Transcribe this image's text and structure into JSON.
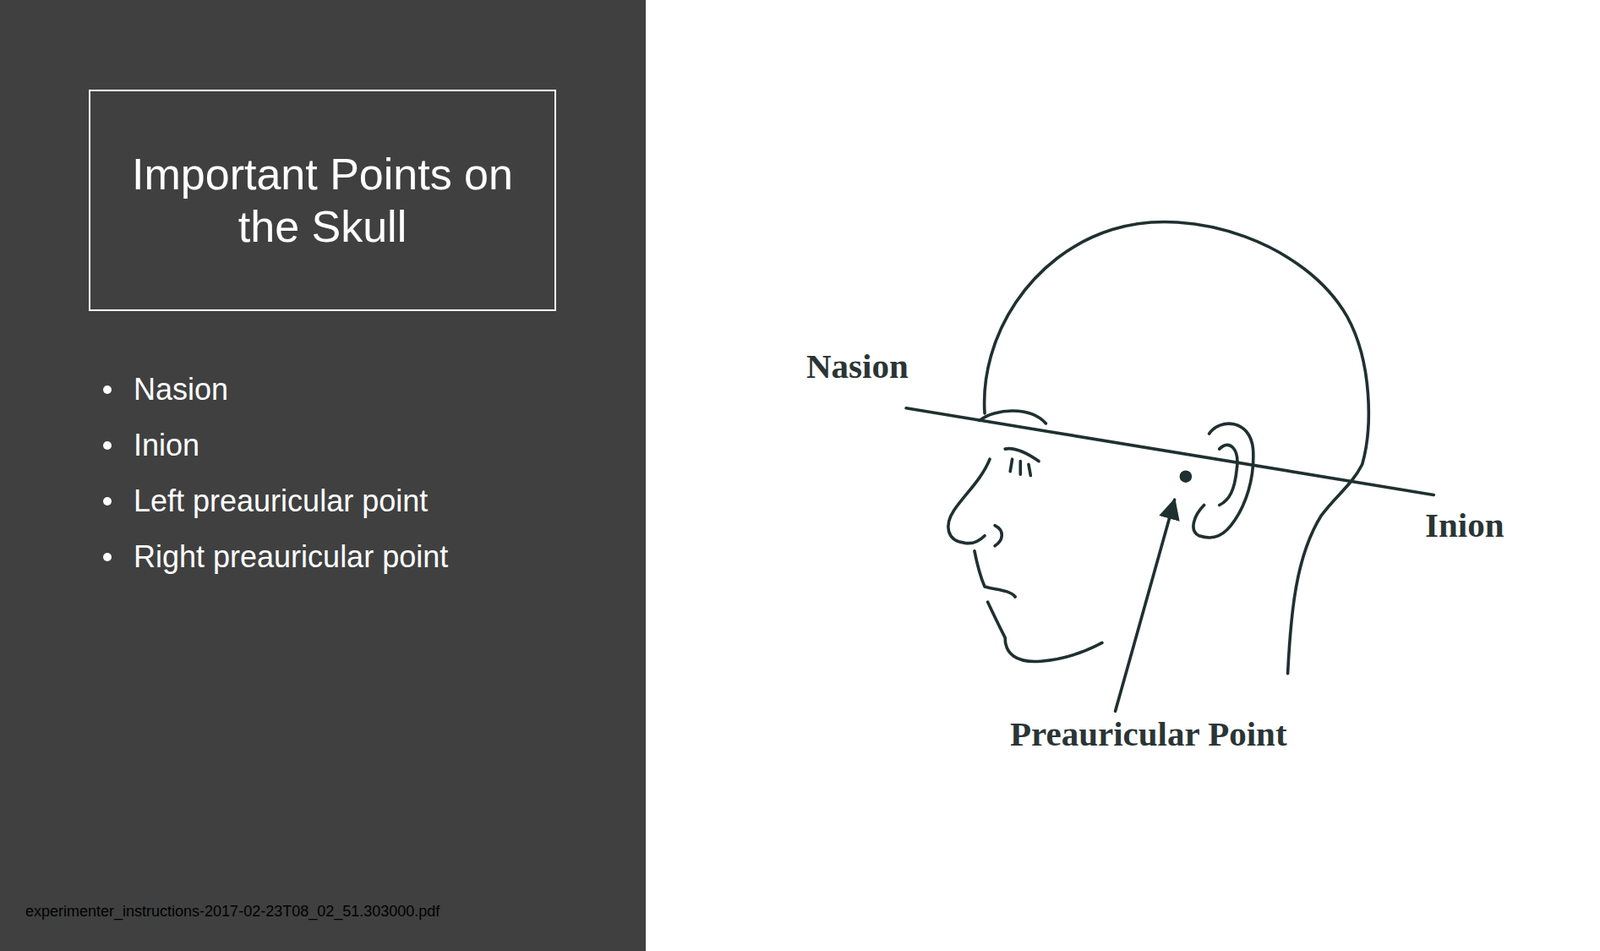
{
  "diagram": {
    "nodes": [
      {
        "text": [
          "Important Points on the Skull"
        ]
      }
    ],
    "labels": [
      "Nasion",
      "Inion",
      "Left preauricular point",
      "Right preauricular point",
      "experimenter_instructions-2017-02-23T08_02_51.303000.pdf",
      "Nasion",
      "Inion",
      "Preauricular Point"
    ]
  }
}
